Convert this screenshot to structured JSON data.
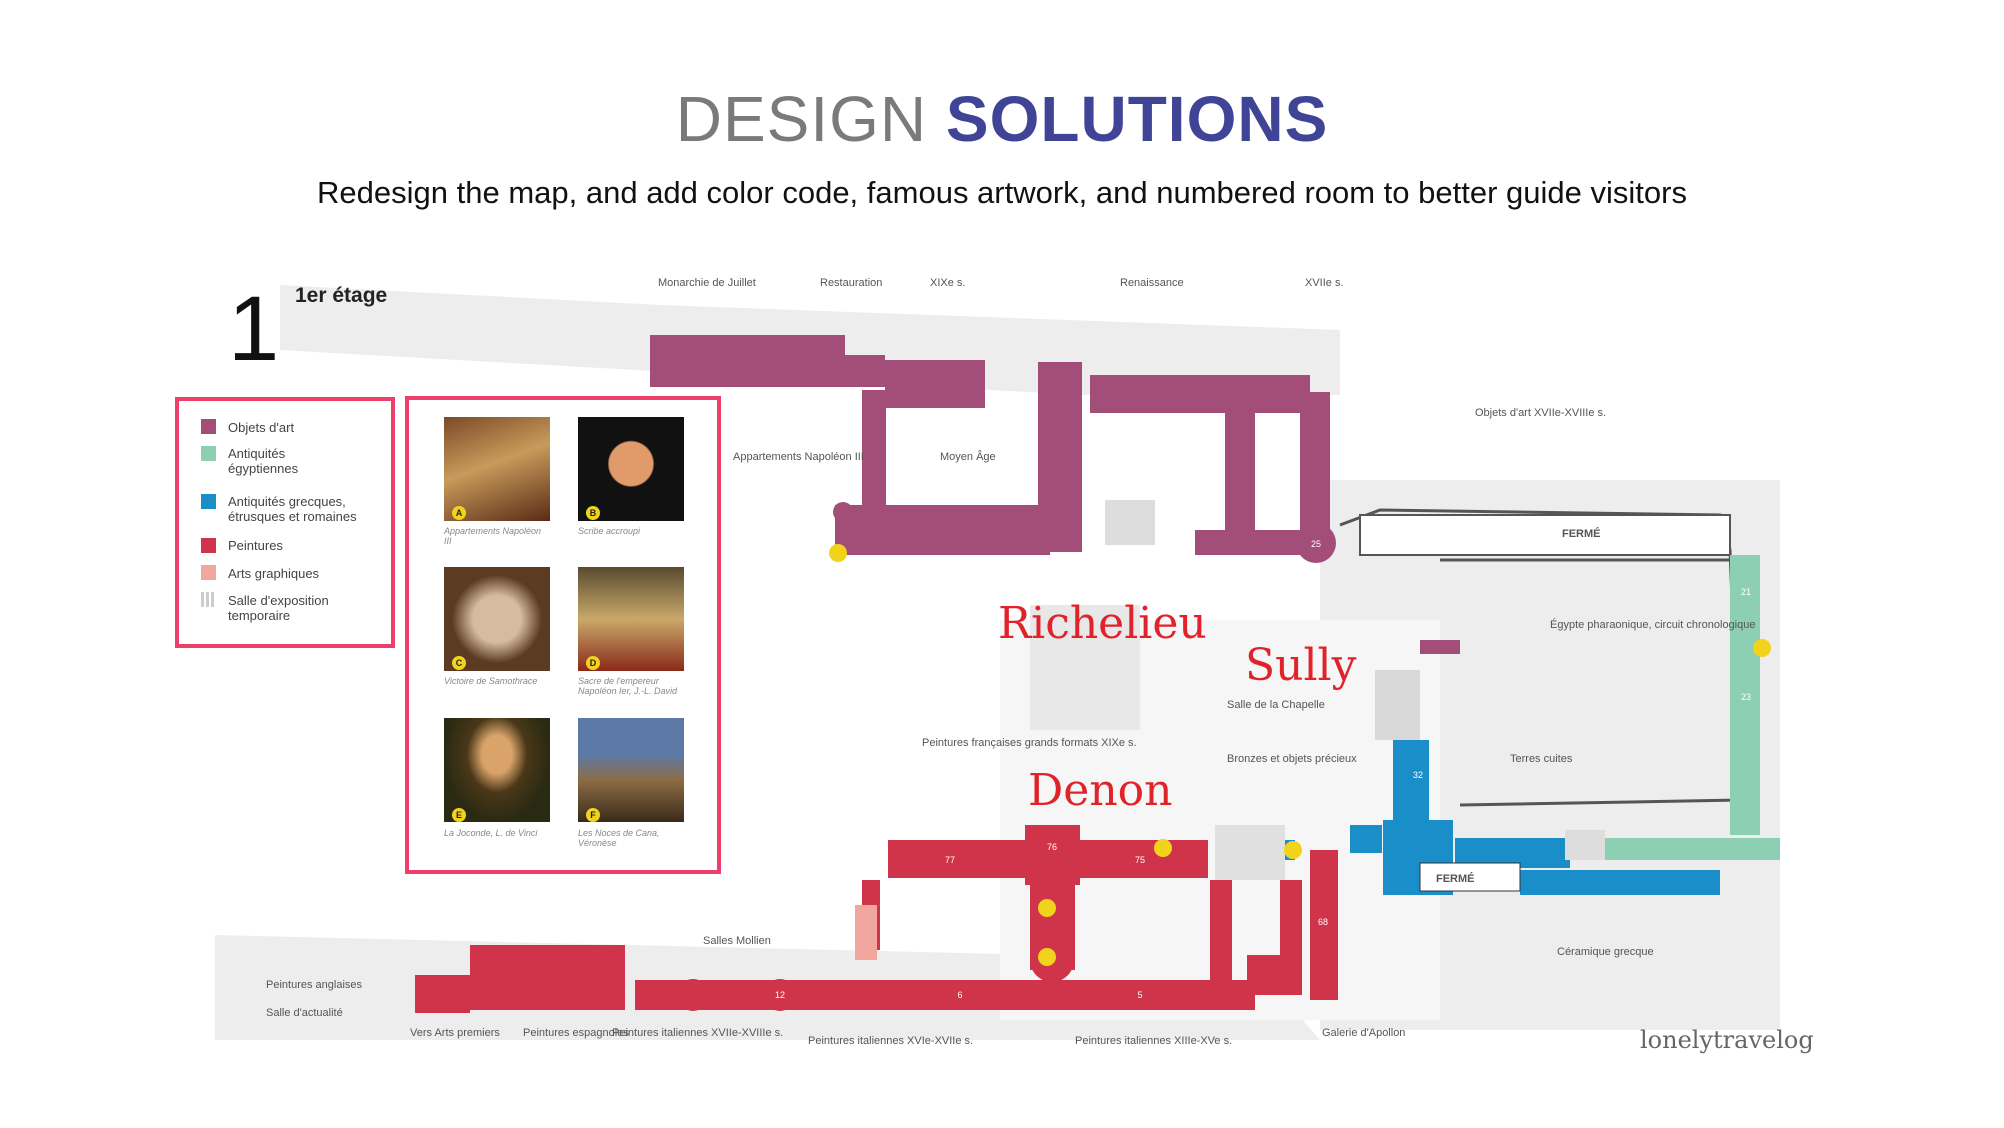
{
  "title": {
    "part1": "DESIGN",
    "part2": "SOLUTIONS"
  },
  "subtitle": "Redesign the map, and add color code, famous artwork, and numbered room to better guide visitors",
  "floor": {
    "number": "1",
    "label": "1er étage"
  },
  "colors": {
    "objets_dart": "#a34d79",
    "antiquites_egyptiennes": "#8dcfb3",
    "antiquites_grecques": "#1a8ec9",
    "peintures": "#d0344a",
    "arts_graphiques": "#f2a79e",
    "salle_exposition": "#cccccc",
    "highlight_box": "#ee3f6b",
    "title_blue": "#3f4496"
  },
  "legend": [
    {
      "label": "Objets d'art",
      "color": "#a34d79"
    },
    {
      "label": "Antiquités égyptiennes",
      "color": "#8dcfb3"
    },
    {
      "label": "Antiquités grecques, étrusques et romaines",
      "color": "#1a8ec9"
    },
    {
      "label": "Peintures",
      "color": "#d0344a"
    },
    {
      "label": "Arts graphiques",
      "color": "#f2a79e"
    },
    {
      "label": "Salle d'exposition temporaire",
      "color": "#cccccc"
    }
  ],
  "artworks": [
    {
      "badge": "A",
      "caption": "Appartements Napoléon III",
      "icon": "painting-interior"
    },
    {
      "badge": "B",
      "caption": "Scribe accroupi",
      "icon": "painting-scribe"
    },
    {
      "badge": "C",
      "caption": "Victoire de Samothrace",
      "icon": "painting-victory"
    },
    {
      "badge": "D",
      "caption": "Sacre de l'empereur Napoléon Ier, J.-L. David",
      "icon": "painting-coronation"
    },
    {
      "badge": "E",
      "caption": "La Joconde, L. de Vinci",
      "icon": "painting-mona-lisa"
    },
    {
      "badge": "F",
      "caption": "Les Noces de Cana, Véronèse",
      "icon": "painting-wedding"
    }
  ],
  "wings": {
    "richelieu": "Richelieu",
    "sully": "Sully",
    "denon": "Denon"
  },
  "labels": {
    "monarchie": "Monarchie de Juillet",
    "restauration": "Restauration",
    "xix": "XIXe s.",
    "renaissance": "Renaissance",
    "xvii": "XVIIe s.",
    "objets_xviii": "Objets d'art XVIIe-XVIIIe s.",
    "appartements": "Appartements Napoléon III",
    "moyen_age": "Moyen Âge",
    "ferme": "FERMÉ",
    "egypte": "Égypte pharaonique, circuit chronologique",
    "salle_chapelle": "Salle de la Chapelle",
    "bronzes": "Bronzes et objets précieux",
    "terres_cuites": "Terres cuites",
    "peintures_francaises": "Peintures françaises grands formats XIXe s.",
    "salles_mollien": "Salles Mollien",
    "peintures_anglaises": "Peintures anglaises",
    "salle_actualite": "Salle d'actualité",
    "vers_arts": "Vers Arts premiers",
    "peintures_espagnoles": "Peintures espagnoles",
    "peintures_italiennes_1": "Peintures italiennes XVIIe-XVIIIe s.",
    "peintures_italiennes_2": "Peintures italiennes XVIe-XVIIe s.",
    "peintures_italiennes_3": "Peintures italiennes XIIIe-XVe s.",
    "galerie_apollon": "Galerie d'Apollon",
    "ceramique": "Céramique grecque"
  },
  "brand": "lonelytravelog"
}
